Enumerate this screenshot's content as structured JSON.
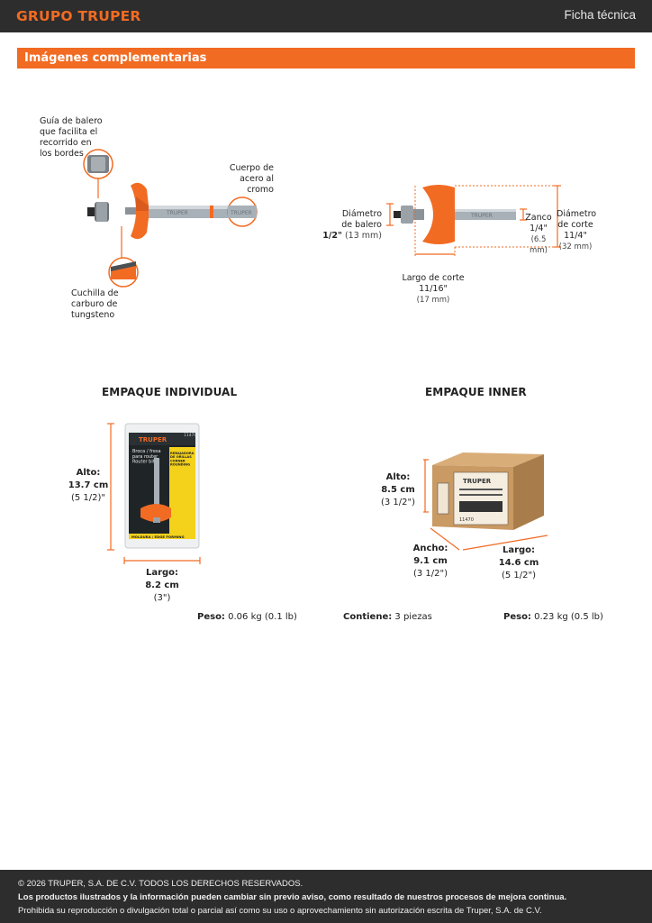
{
  "header": {
    "brand": "GRUPO TRUPER",
    "doc_type": "Ficha técnica"
  },
  "section": {
    "title": "Imágenes complementarias"
  },
  "product_callouts": {
    "guide": "Guía de balero\nque facilita el\nrecorrido en\nlos bordes",
    "body": "Cuerpo de\nacero al\ncromo",
    "blade": "Cuchilla de\ncarburo de\ntungsteno"
  },
  "dimensions": {
    "bearing_label": "Diámetro\nde balero",
    "bearing_value": "1/2\"",
    "bearing_metric": "(13 mm)",
    "shank_label": "Zanco",
    "shank_value": "1/4\"",
    "shank_metric": "(6.5 mm)",
    "cut_diam_label": "Diámetro\nde corte",
    "cut_diam_value": "11/4\"",
    "cut_diam_metric": "(32 mm)",
    "cut_len_label": "Largo de corte",
    "cut_len_value": "11/16\"",
    "cut_len_metric": "(17 mm)",
    "shank_brand": "TRUPER"
  },
  "individual": {
    "title": "EMPAQUE INDIVIDUAL",
    "height_label": "Alto:",
    "height_value": "13.7 cm",
    "height_imperial": "(5 1/2)\"",
    "length_label": "Largo:",
    "length_value": "8.2 cm",
    "length_imperial": "(3\")",
    "weight_label": "Peso:",
    "weight_value": "0.06 kg (0.1 lb)",
    "pack_brand": "TRUPER",
    "pack_code": "11470",
    "pack_name": "Broca / fresa\npara router\nRouter bit",
    "pack_type": "REBAJADORA\nDE ORILLAS\nCORNER\nROUNDING",
    "pack_bottom": "MOLDURA / EDGE FORMING"
  },
  "inner": {
    "title": "EMPAQUE INNER",
    "height_label": "Alto:",
    "height_value": "8.5 cm",
    "height_imperial": "(3 1/2\")",
    "width_label": "Ancho:",
    "width_value": "9.1 cm",
    "width_imperial": "(3 1/2\")",
    "length_label": "Largo:",
    "length_value": "14.6 cm",
    "length_imperial": "(5 1/2\")",
    "contains_label": "Contiene:",
    "contains_value": "3 piezas",
    "weight_label": "Peso:",
    "weight_value": "0.23 kg (0.5 lb)",
    "box_brand": "TRUPER",
    "box_code": "11470"
  },
  "footer": {
    "copyright": "© 2026 TRUPER, S.A. DE C.V. TODOS LOS DERECHOS RESERVADOS.",
    "notice": "Los productos ilustrados y la información pueden cambiar sin previo aviso, como resultado de nuestros procesos de mejora continua.",
    "prohibition": "Prohibida su reproducción o divulgación total o parcial así como su uso o aprovechamiento sin autorización escrita de Truper, S.A. de C.V."
  },
  "colors": {
    "accent": "#f26b22",
    "dark": "#2d2d2d",
    "steel": "#9aa3ab",
    "cardboard": "#c99a64"
  }
}
